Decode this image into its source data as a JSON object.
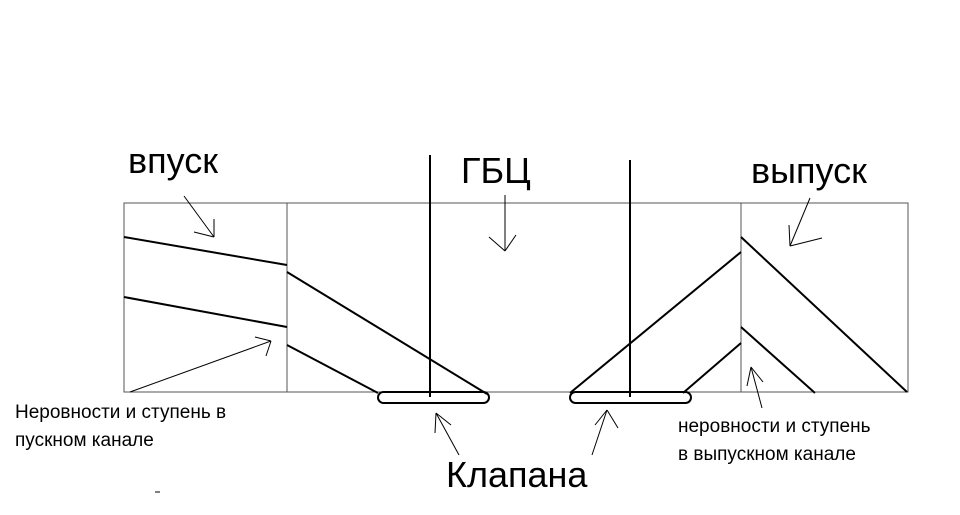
{
  "labels": {
    "intake": "впуск",
    "head": "ГБЦ",
    "exhaust": "выпуск",
    "valves": "Клапана",
    "intake_note_line1": "Неровности и ступень в",
    "intake_note_line2": "пускном канале",
    "exhaust_note_line1": "неровности и ступень",
    "exhaust_note_line2": "в выпускном канале"
  },
  "colors": {
    "stroke": "#000000",
    "outline": "#555555",
    "background": "#ffffff"
  }
}
